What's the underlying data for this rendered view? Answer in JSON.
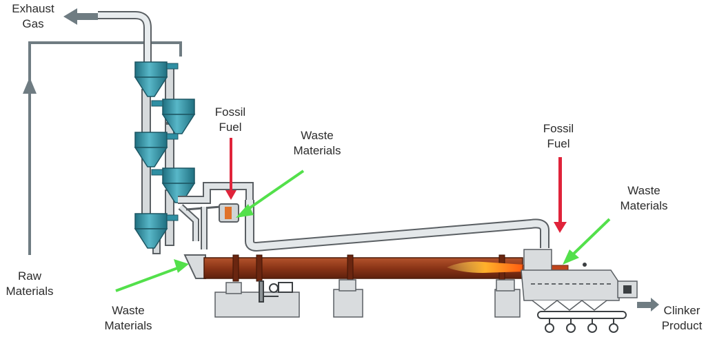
{
  "labels": {
    "exhaust_gas": [
      "Exhaust",
      "Gas"
    ],
    "raw_materials": [
      "Raw",
      "Materials"
    ],
    "fossil_fuel_precalciner": [
      "Fossil",
      "Fuel"
    ],
    "waste_materials_precalciner": [
      "Waste",
      "Materials"
    ],
    "fossil_fuel_burner": [
      "Fossil",
      "Fuel"
    ],
    "waste_materials_burner": [
      "Waste",
      "Materials"
    ],
    "waste_materials_inlet": [
      "Waste",
      "Materials"
    ],
    "clinker_product": [
      "Clinker",
      "Product"
    ]
  },
  "colors": {
    "duct": "#c8ccd0",
    "duct_outline": "#5a5f63",
    "raw_gas_line": "#6f7c82",
    "cyclone": "#2f8fa3",
    "kiln": "#8a3417",
    "fuel_arrow": "#e0233a",
    "waste_arrow": "#53e04b",
    "flame": "#f6a21e",
    "equipment": "#d9dcde"
  }
}
